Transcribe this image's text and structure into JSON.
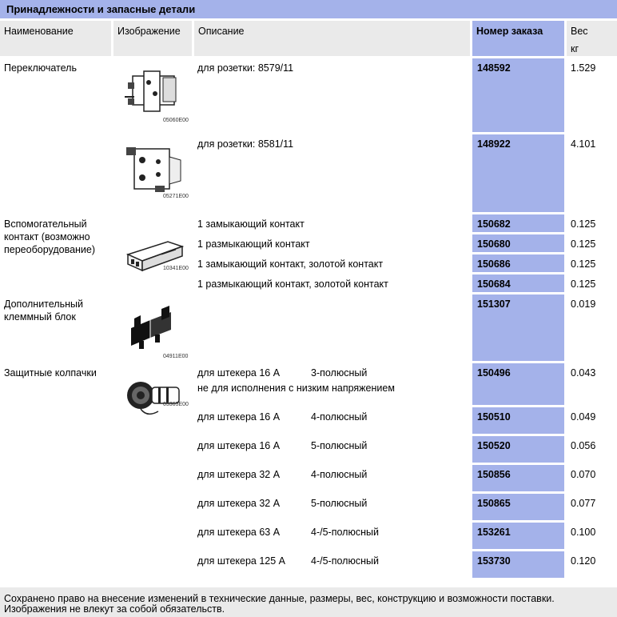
{
  "title": "Принадлежности и запасные детали",
  "headers": {
    "name": "Наименование",
    "image": "Изображение",
    "description": "Описание",
    "order": "Номер заказа",
    "weight": "Вес",
    "weight_unit": "кг"
  },
  "groups": [
    {
      "name": [
        "Переключатель"
      ],
      "subgroups": [
        {
          "image": "switch-block-icon",
          "caption": "05060E00",
          "rows": [
            {
              "desc": "для розетки: 8579/11",
              "order": "148592",
              "weight": "1.529"
            }
          ]
        },
        {
          "image": "switch-block-alt-icon",
          "caption": "05271E00",
          "rows": [
            {
              "desc": "для розетки: 8581/11",
              "order": "148922",
              "weight": "4.101"
            }
          ]
        }
      ]
    },
    {
      "name": [
        "Вспомогательный",
        "контакт (возможно",
        "переоборудование)"
      ],
      "subgroups": [
        {
          "image": "auxiliary-contact-icon",
          "caption": "10341E00",
          "rows": [
            {
              "desc": "1 замыкающий контакт",
              "order": "150682",
              "weight": "0.125"
            },
            {
              "desc": "1 размыкающий контакт",
              "order": "150680",
              "weight": "0.125"
            },
            {
              "desc": "1 замыкающий контакт, золотой контакт",
              "order": "150686",
              "weight": "0.125"
            },
            {
              "desc": "1 размыкающий контакт, золотой контакт",
              "order": "150684",
              "weight": "0.125"
            }
          ]
        }
      ]
    },
    {
      "name": [
        "Дополнительный",
        "клеммный блок"
      ],
      "subgroups": [
        {
          "image": "terminal-block-icon",
          "caption": "04911E00",
          "rows": [
            {
              "desc": "",
              "order": "151307",
              "weight": "0.019"
            }
          ]
        }
      ]
    },
    {
      "name": [
        "Защитные колпачки"
      ],
      "subgroups": [
        {
          "image": "protective-cap-icon",
          "caption": "05365E00",
          "rows": [
            {
              "desc": "для штекера 16 A",
              "poles": "3-полюсный",
              "note": "не для исполнения с низким напряжением",
              "order": "150496",
              "weight": "0.043"
            },
            {
              "desc": "для штекера 16 A",
              "poles": "4-полюсный",
              "order": "150510",
              "weight": "0.049"
            },
            {
              "desc": "для штекера 16 A",
              "poles": "5-полюсный",
              "order": "150520",
              "weight": "0.056"
            },
            {
              "desc": "для штекера 32 A",
              "poles": "4-полюсный",
              "order": "150856",
              "weight": "0.070"
            },
            {
              "desc": "для штекера 32 A",
              "poles": "5-полюсный",
              "order": "150865",
              "weight": "0.077"
            },
            {
              "desc": "для штекера 63 A",
              "poles": "4-/5-полюсный",
              "order": "153261",
              "weight": "0.100"
            },
            {
              "desc": "для штекера 125 A",
              "poles": "4-/5-полюсный",
              "order": "153730",
              "weight": "0.120"
            }
          ]
        }
      ]
    }
  ],
  "footer": [
    "Сохранено право на внесение изменений в технические данные, размеры, вес, конструкцию и возможности поставки.",
    "Изображения не влекут за собой обязательств."
  ],
  "colors": {
    "accent": "#a4b2ea",
    "cell": "#eaeaea"
  }
}
